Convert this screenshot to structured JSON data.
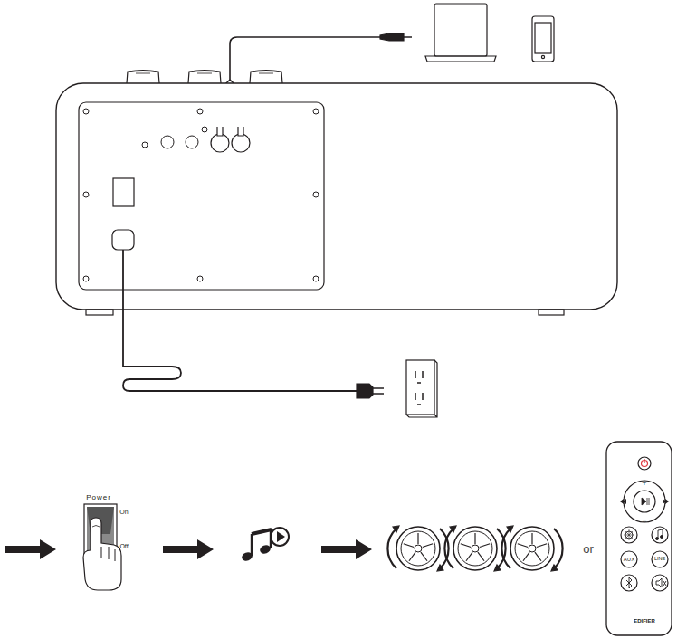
{
  "diagram": {
    "labels": [
      "Power",
      "On",
      "Off",
      "or",
      "+",
      "−",
      "AUX",
      "LINE",
      "EDIFIER"
    ]
  }
}
